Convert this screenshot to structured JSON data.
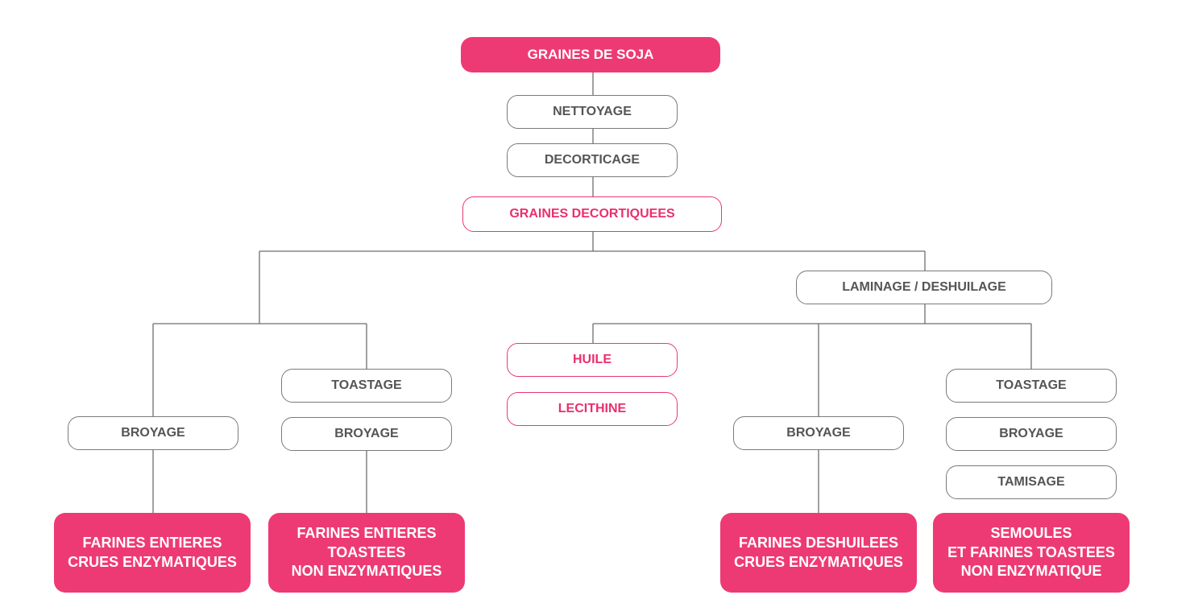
{
  "diagram": {
    "root": "GRAINES DE SOJA",
    "steps": {
      "nettoyage": "NETTOYAGE",
      "decorticage": "DECORTICAGE",
      "laminage": "LAMINAGE / DESHUILAGE",
      "toastage_left": "TOASTAGE",
      "broyage_far_left": "BROYAGE",
      "broyage_left": "BROYAGE",
      "broyage_mid_right": "BROYAGE",
      "toastage_right": "TOASTAGE",
      "broyage_right": "BROYAGE",
      "tamisage": "TAMISAGE"
    },
    "intermediates": {
      "graines_decortiquees": "GRAINES DECORTIQUEES",
      "huile": "HUILE",
      "lecithine": "LECITHINE"
    },
    "products": {
      "farines_entieres_crues": "FARINES ENTIERES\nCRUES ENZYMATIQUES",
      "farines_entieres_toastees": "FARINES ENTIERES\nTOASTEES\nNON ENZYMATIQUES",
      "farines_deshuilees": "FARINES DESHUILEES\nCRUES ENZYMATIQUES",
      "semoules": "SEMOULES\nET FARINES TOASTEES\nNON ENZYMATIQUE"
    },
    "colors": {
      "accent": "#ee3a74",
      "step_border": "#7a7a7a",
      "step_text": "#555555",
      "connector": "#6e6e6e"
    }
  }
}
